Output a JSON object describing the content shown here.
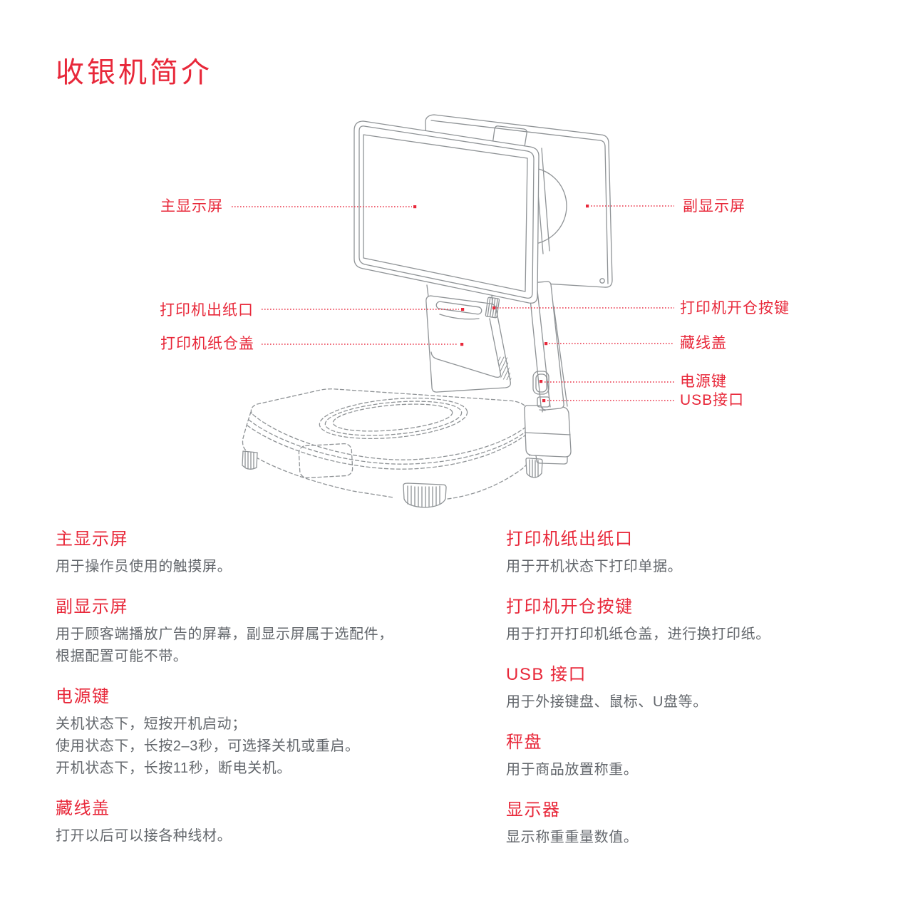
{
  "page": {
    "title": "收银机简介"
  },
  "colors": {
    "accent": "#e8283a",
    "body_text": "#63676c",
    "line_art": "#8f9396"
  },
  "diagram": {
    "device": "pos-scale-line-drawing",
    "callouts": {
      "left": [
        {
          "label": "主显示屏"
        },
        {
          "label": "打印机出纸口"
        },
        {
          "label": "打印机纸仓盖"
        }
      ],
      "right": [
        {
          "label": "副显示屏"
        },
        {
          "label": "打印机开仓按键"
        },
        {
          "label": "藏线盖"
        },
        {
          "label": "电源键"
        },
        {
          "label": "USB接口"
        }
      ]
    }
  },
  "sections": {
    "left": [
      {
        "heading": "主显示屏",
        "lines": [
          "用于操作员使用的触摸屏。"
        ]
      },
      {
        "heading": "副显示屏",
        "lines": [
          "用于顾客端播放广告的屏幕，副显示屏属于选配件，",
          "根据配置可能不带。"
        ]
      },
      {
        "heading": "电源键",
        "lines": [
          "关机状态下，短按开机启动；",
          "使用状态下，长按2–3秒，可选择关机或重启。",
          "开机状态下，长按11秒，断电关机。"
        ]
      },
      {
        "heading": "藏线盖",
        "lines": [
          "打开以后可以接各种线材。"
        ]
      }
    ],
    "right": [
      {
        "heading": "打印机纸出纸口",
        "lines": [
          "用于开机状态下打印单据。"
        ]
      },
      {
        "heading": "打印机开仓按键",
        "lines": [
          "用于打开打印机纸仓盖，进行换打印纸。"
        ]
      },
      {
        "heading": "USB 接口",
        "lines": [
          "用于外接键盘、鼠标、U盘等。"
        ]
      },
      {
        "heading": "秤盘",
        "lines": [
          "用于商品放置称重。"
        ]
      },
      {
        "heading": "显示器",
        "lines": [
          "显示称重重量数值。"
        ]
      }
    ]
  }
}
